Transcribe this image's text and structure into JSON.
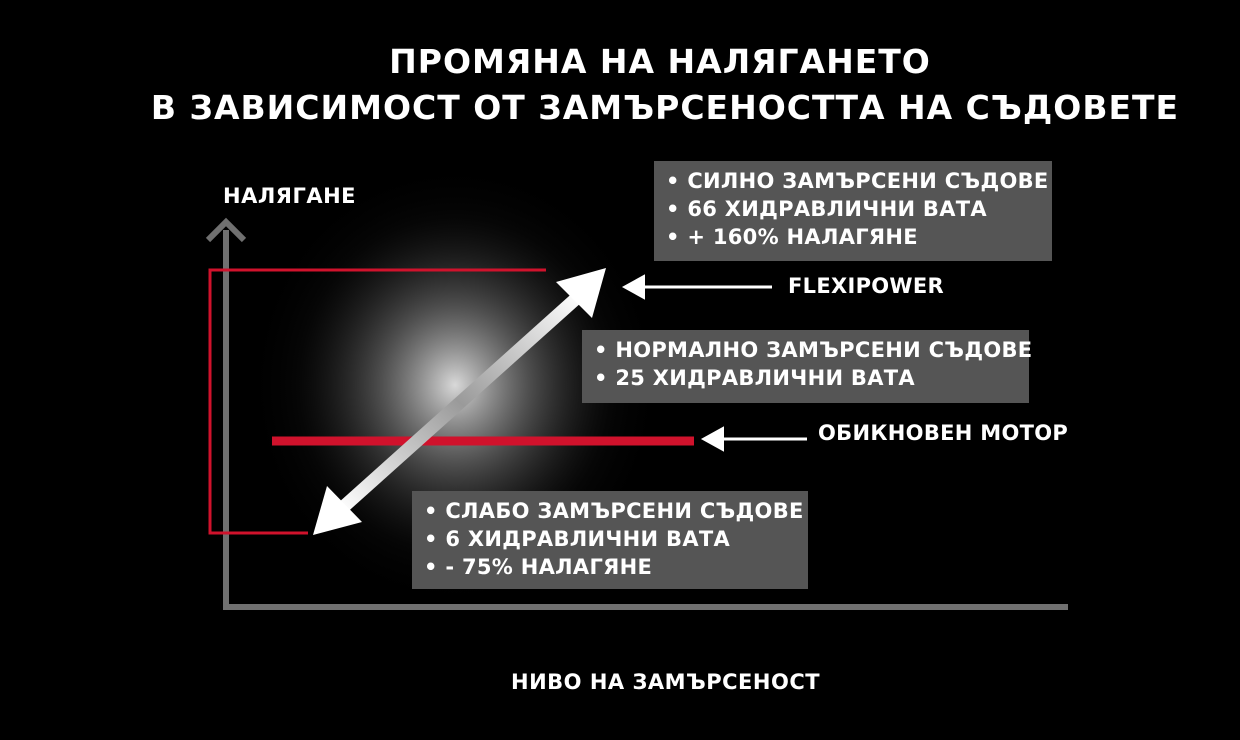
{
  "title_line1": "ПРОМЯНА НА НАЛЯГАНЕТО",
  "title_line2": "В ЗАВИСИМОСТ ОТ ЗАМЪРСЕНОСТТА НА СЪДОВЕТЕ",
  "y_axis_label": "НАЛЯГАНЕ",
  "x_axis_label": "НИВО НА ЗАМЪРСЕНОСТ",
  "boxes": {
    "heavy": [
      "• СИЛНО ЗАМЪРСЕНИ СЪДОВЕ",
      "• 66 ХИДРАВЛИЧНИ ВАТА",
      "• + 160% НАЛАГЯНЕ"
    ],
    "normal": [
      "• НОРМАЛНО ЗАМЪРСЕНИ СЪДОВЕ",
      "• 25 ХИДРАВЛИЧНИ ВАТА"
    ],
    "light": [
      "• СЛАБО ЗАМЪРСЕНИ СЪДОВЕ",
      "• 6 ХИДРАВЛИЧНИ ВАТА",
      "• - 75% НАЛАГЯНЕ"
    ]
  },
  "labels": {
    "flexipower": "FLEXIPOWER",
    "ordinary_motor": "ОБИКНОВЕН МОТОР"
  },
  "colors": {
    "background": "#000000",
    "axis": "#707070",
    "box": "#555555",
    "ordinary_motor": "#d0122c"
  }
}
